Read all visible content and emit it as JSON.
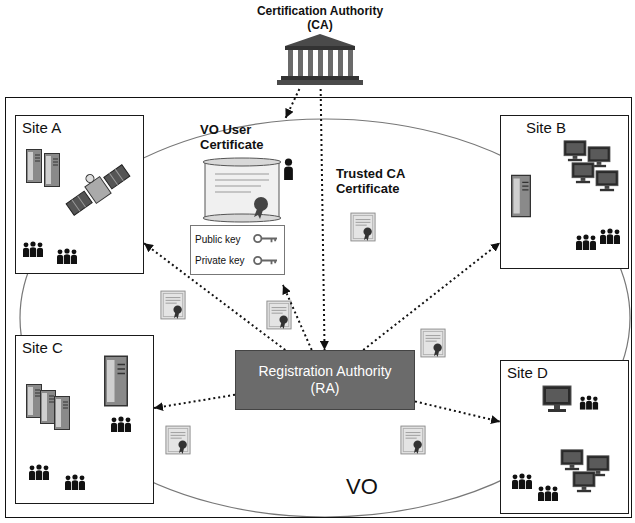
{
  "diagram": {
    "nodes": [
      {
        "text": [
          "Certification Authority (CA)"
        ]
      },
      {
        "text": [
          "VO"
        ]
      },
      {
        "text": [
          "Site A"
        ],
        "in": 1
      },
      {
        "text": [
          "VO User Certificate",
          "Public key",
          "Private key"
        ],
        "in": 1
      },
      {
        "text": [
          "Site B"
        ],
        "in": 1
      },
      {
        "text": [
          "Site C"
        ],
        "in": 1
      },
      {
        "text": [
          "Registration Authority (RA)"
        ],
        "in": 1
      },
      {
        "text": [
          "Site D"
        ],
        "in": 1
      }
    ],
    "edges": [
      {
        "from": 0,
        "to": 3,
        "arrow": "to"
      },
      {
        "from": 0,
        "to": 6,
        "arrow": "to",
        "label": "Trusted CA Certificate"
      },
      {
        "from": 6,
        "to": 2,
        "arrow": "to"
      },
      {
        "from": 6,
        "to": 3,
        "arrow": "to"
      },
      {
        "from": 6,
        "to": 4,
        "arrow": "to"
      },
      {
        "from": 6,
        "to": 5,
        "arrow": "to"
      },
      {
        "from": 6,
        "to": 7,
        "arrow": "to"
      }
    ]
  }
}
